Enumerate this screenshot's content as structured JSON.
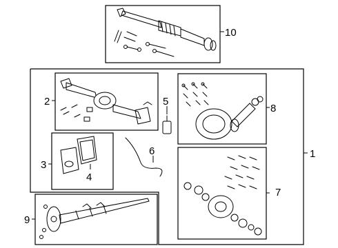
{
  "callouts": [
    {
      "id": "callout-1",
      "label": "1"
    },
    {
      "id": "callout-2",
      "label": "2"
    },
    {
      "id": "callout-3",
      "label": "3"
    },
    {
      "id": "callout-4",
      "label": "4"
    },
    {
      "id": "callout-5",
      "label": "5"
    },
    {
      "id": "callout-6",
      "label": "6"
    },
    {
      "id": "callout-7",
      "label": "7"
    },
    {
      "id": "callout-8",
      "label": "8"
    },
    {
      "id": "callout-9",
      "label": "9"
    },
    {
      "id": "callout-10",
      "label": "10"
    }
  ]
}
